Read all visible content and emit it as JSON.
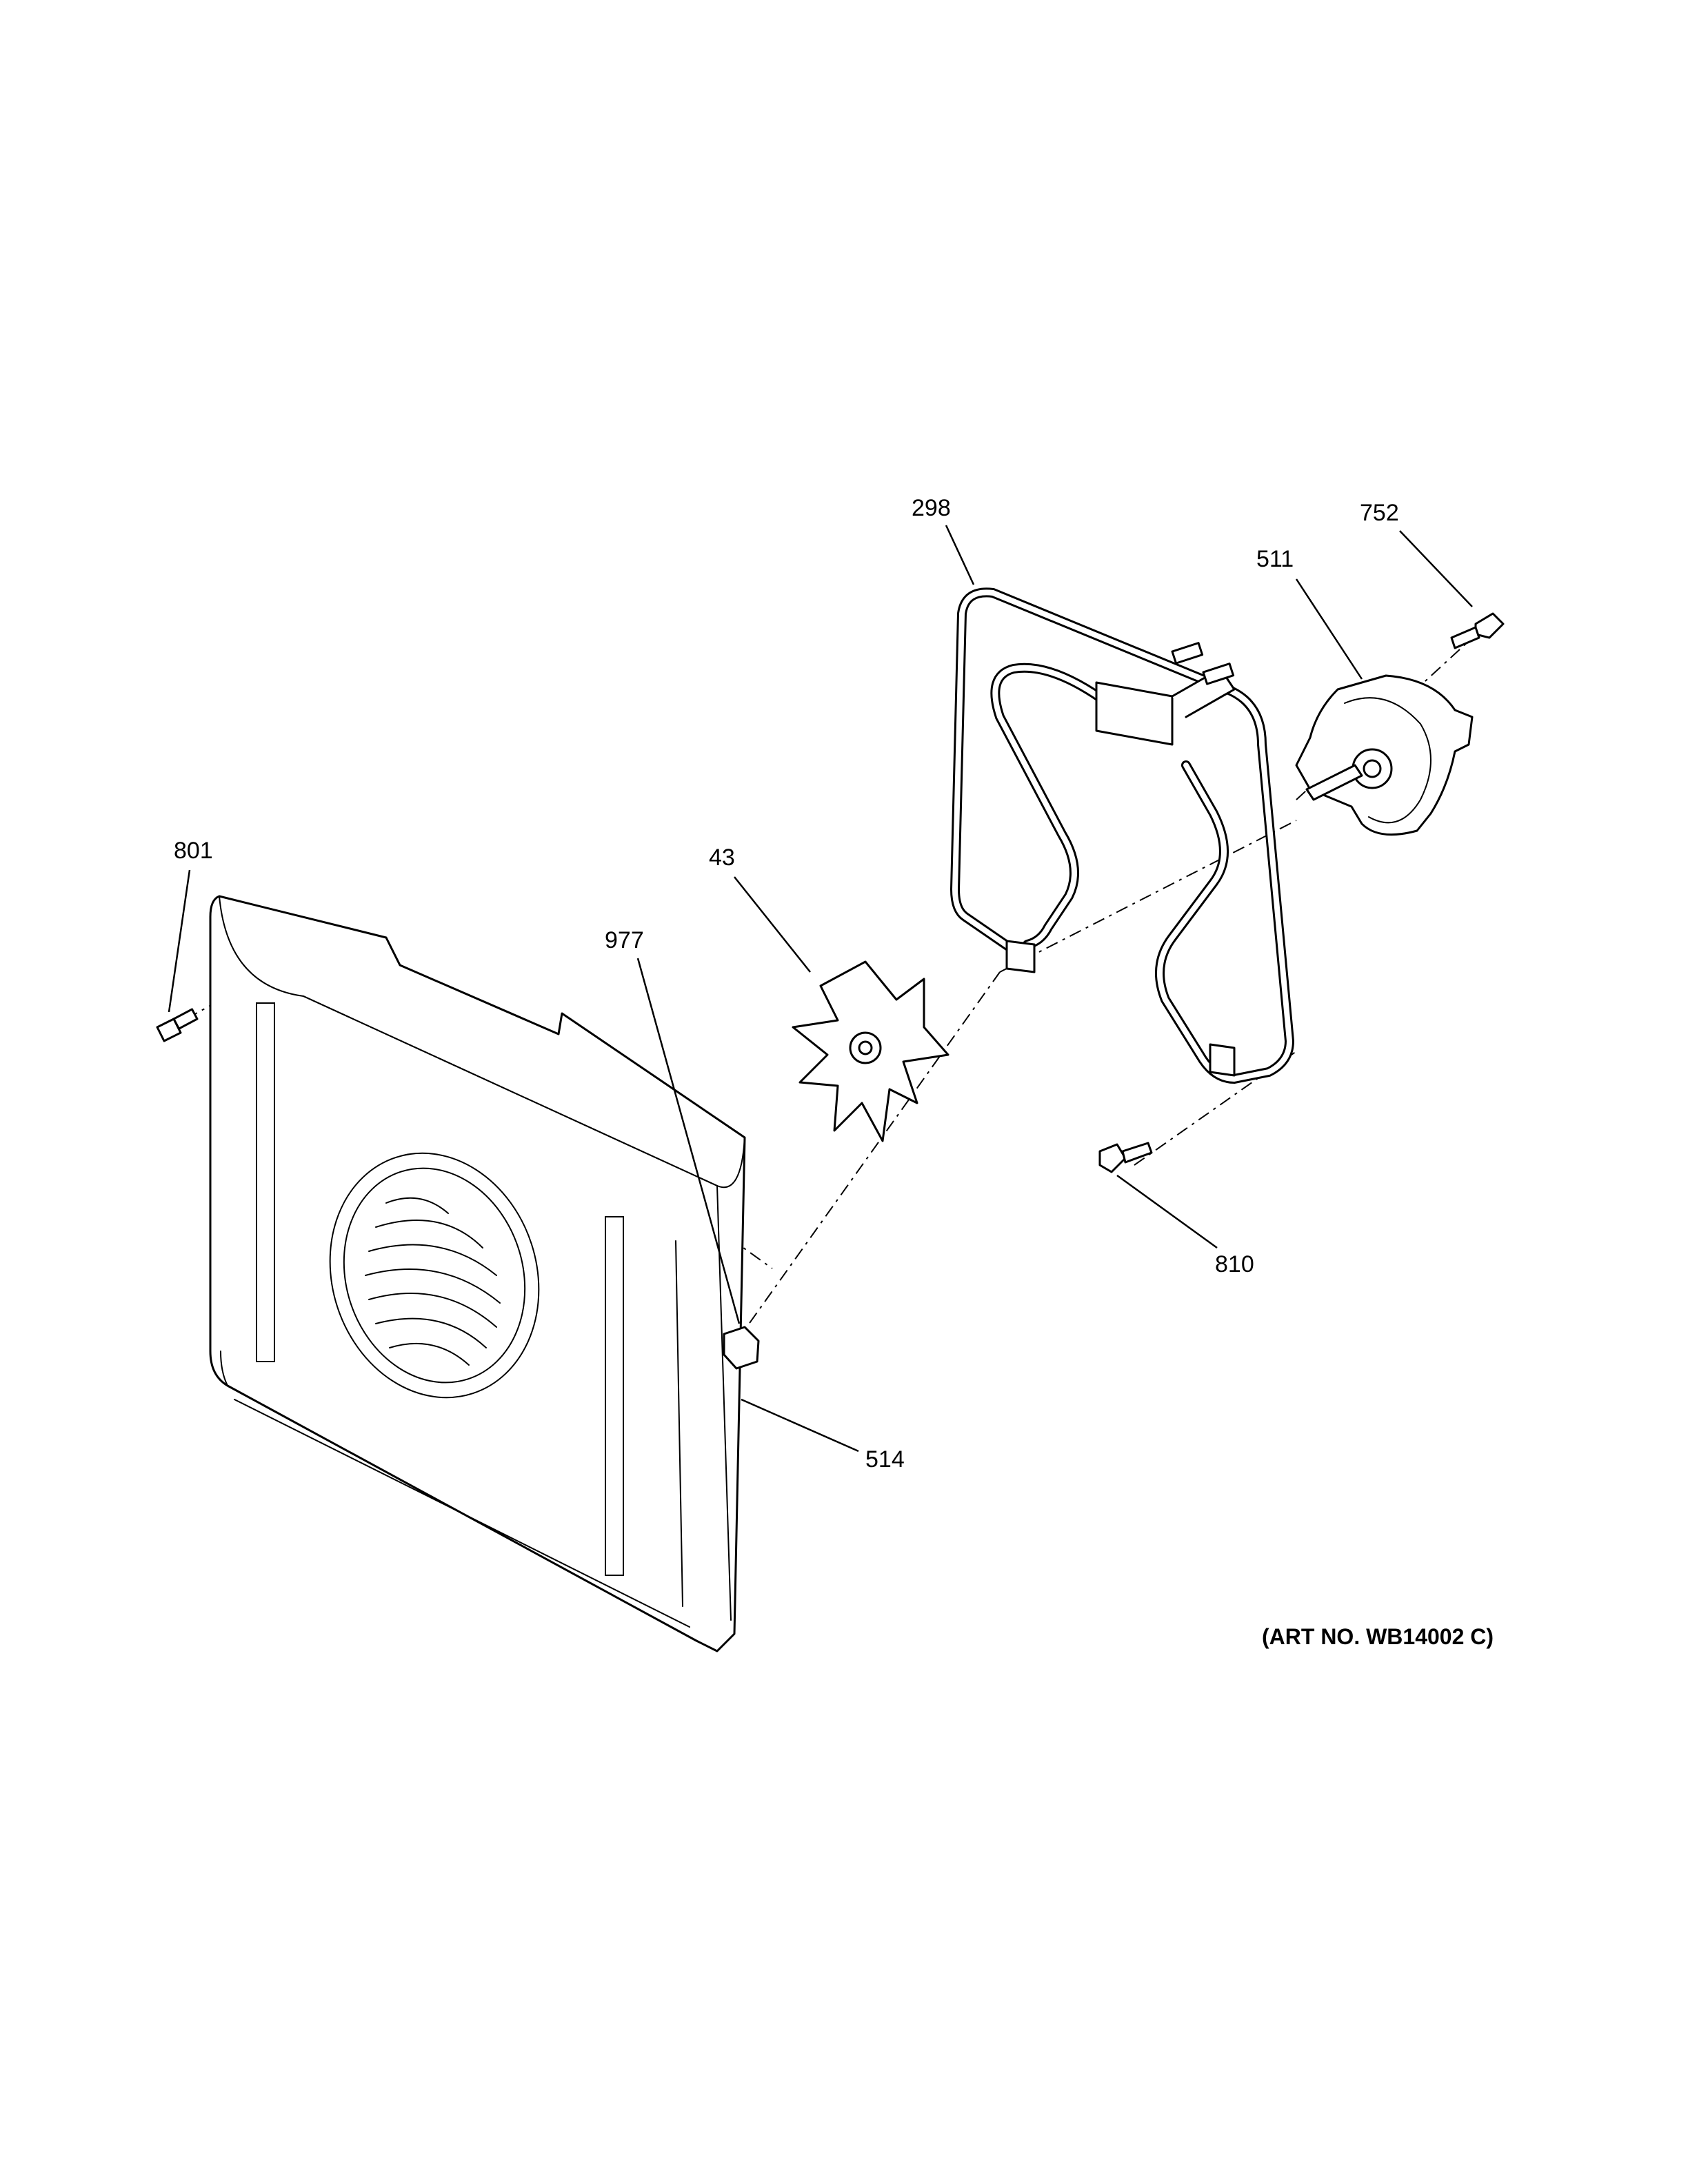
{
  "callouts": {
    "p298": "298",
    "p752": "752",
    "p511": "511",
    "p801": "801",
    "p43": "43",
    "p977": "977",
    "p810": "810",
    "p514": "514"
  },
  "art_number": "(ART NO. WB14002 C)"
}
